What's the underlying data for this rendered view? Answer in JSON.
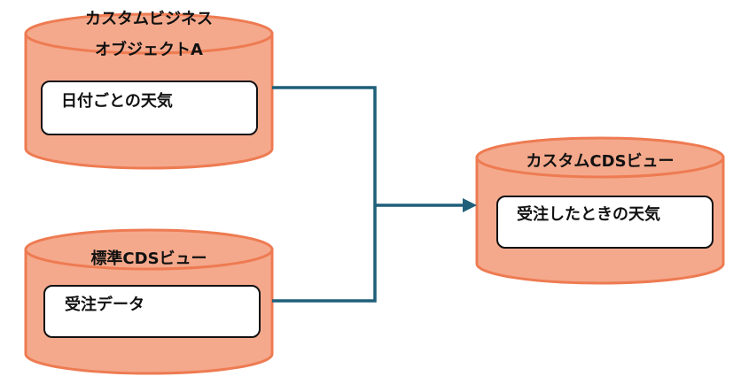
{
  "colors": {
    "cylinder_fill": "#f4a98c",
    "cylinder_stroke": "#ee7b52",
    "box_fill": "#ffffff",
    "box_stroke": "#111111",
    "connector": "#1f5f7a"
  },
  "sources": [
    {
      "title_lines": [
        "カスタムビジネス",
        "オブジェクトA"
      ],
      "field": "日付ごとの天気"
    },
    {
      "title_lines": [
        "標準CDSビュー"
      ],
      "field": "受注データ"
    }
  ],
  "target": {
    "title_lines": [
      "カスタムCDSビュー"
    ],
    "field": "受注したときの天気"
  }
}
